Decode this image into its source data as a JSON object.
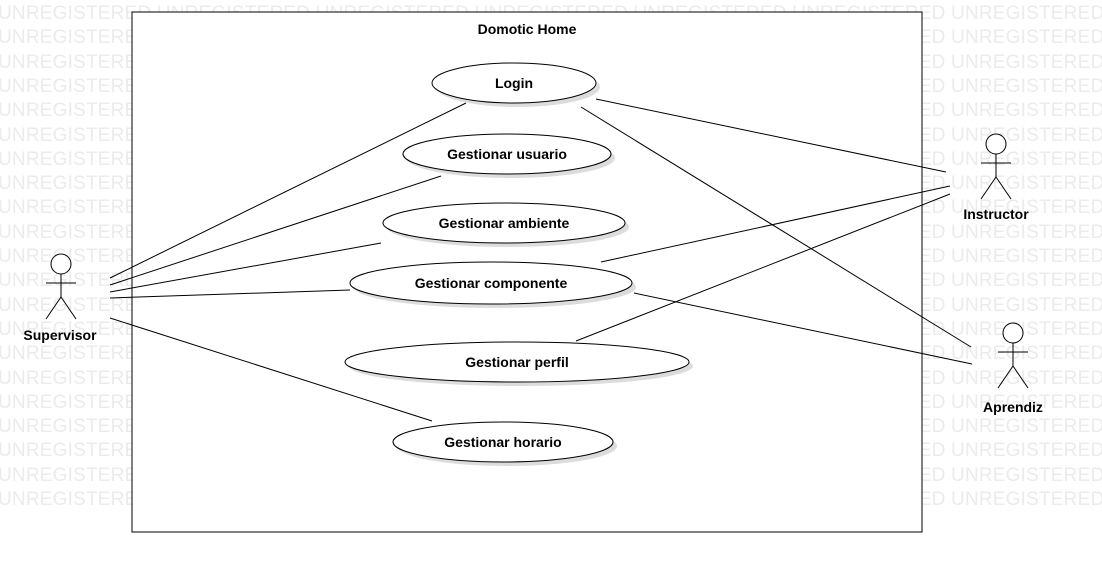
{
  "diagram": {
    "type": "uml-use-case",
    "watermark_text": "UNREGISTERED",
    "system_boundary": {
      "title": "Domotic Home"
    },
    "use_cases": [
      {
        "id": "uc-login",
        "label": "Login"
      },
      {
        "id": "uc-usuario",
        "label": "Gestionar usuario"
      },
      {
        "id": "uc-ambiente",
        "label": "Gestionar ambiente"
      },
      {
        "id": "uc-componente",
        "label": "Gestionar componente"
      },
      {
        "id": "uc-perfil",
        "label": "Gestionar perfil"
      },
      {
        "id": "uc-horario",
        "label": "Gestionar horario"
      }
    ],
    "actors": [
      {
        "id": "supervisor",
        "label": "Supervisor"
      },
      {
        "id": "instructor",
        "label": "Instructor"
      },
      {
        "id": "aprendiz",
        "label": "Aprendiz"
      }
    ],
    "associations": [
      {
        "from": "supervisor",
        "to": "uc-login"
      },
      {
        "from": "supervisor",
        "to": "uc-usuario"
      },
      {
        "from": "supervisor",
        "to": "uc-ambiente"
      },
      {
        "from": "supervisor",
        "to": "uc-componente"
      },
      {
        "from": "supervisor",
        "to": "uc-horario"
      },
      {
        "from": "instructor",
        "to": "uc-login"
      },
      {
        "from": "instructor",
        "to": "uc-componente"
      },
      {
        "from": "instructor",
        "to": "uc-perfil"
      },
      {
        "from": "aprendiz",
        "to": "uc-login"
      },
      {
        "from": "aprendiz",
        "to": "uc-componente"
      }
    ]
  }
}
